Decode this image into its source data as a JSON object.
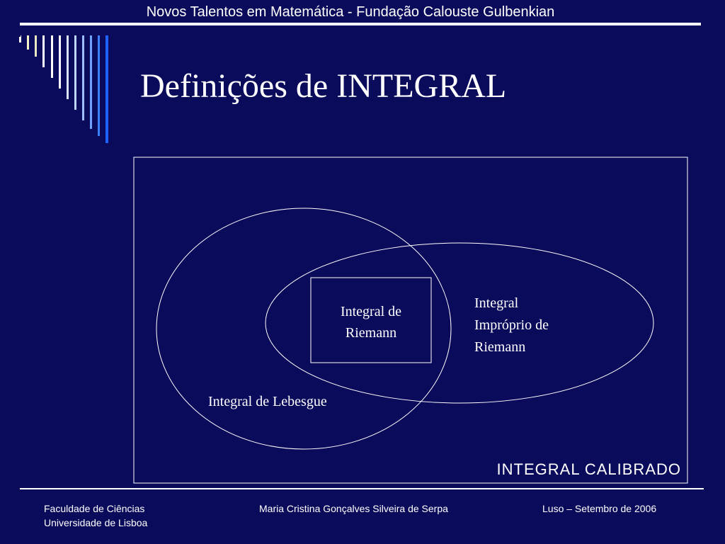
{
  "header": {
    "text": "Novos Talentos em Matemática - Fundação Calouste Gulbenkian"
  },
  "slide": {
    "title": "Definições de INTEGRAL"
  },
  "diagram": {
    "outer_label": "INTEGRAL CALIBRADO",
    "lebesgue_label": "Integral de Lebesgue",
    "riemann_label_line1": "Integral de",
    "riemann_label_line2": "Riemann",
    "improper_label_line1": "Integral",
    "improper_label_line2": "Impróprio de",
    "improper_label_line3": "Riemann"
  },
  "footer": {
    "left_line1": "Faculdade de Ciências",
    "left_line2": "Universidade de Lisboa",
    "center": "Maria Cristina Gonçalves Silveira de Serpa",
    "right": "Luso – Setembro de 2006"
  },
  "colors": {
    "background": "#0b0b5c",
    "foreground": "#ffffff",
    "stripe_palette": [
      "#ffffff",
      "#f5f1c8",
      "#e9e6c4",
      "#ffffff",
      "#d9e6ff",
      "#bcd4ff",
      "#9cc0ff",
      "#6fa3ff",
      "#3f80ff",
      "#1e63ff"
    ]
  }
}
